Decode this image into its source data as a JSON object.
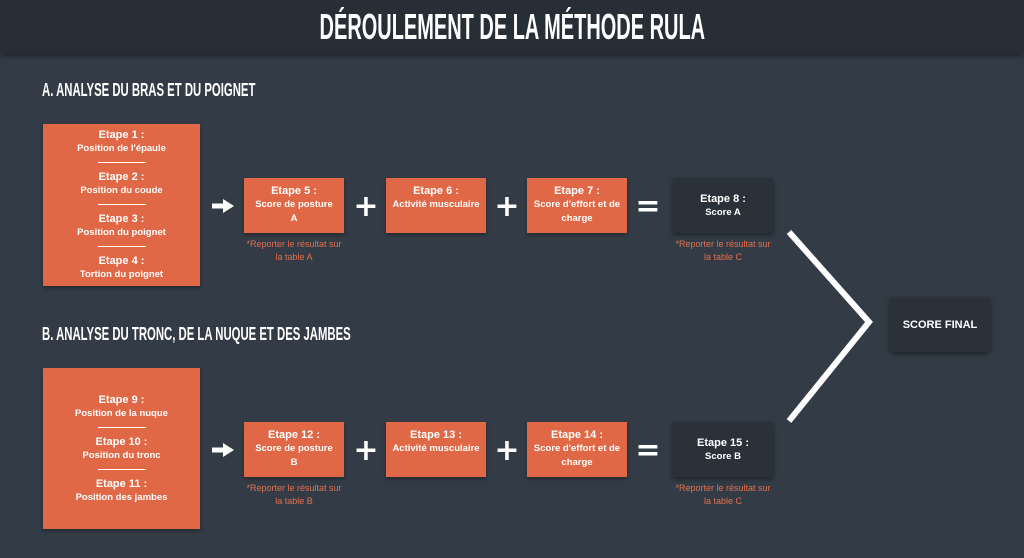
{
  "title": "DÉROULEMENT DE LA MÉTHODE RULA",
  "colors": {
    "background": "#333c46",
    "header": "#272e36",
    "accent": "#e06846",
    "note": "#e36f4c",
    "dark_box": "#2a3139",
    "text": "#ffffff"
  },
  "icons": {
    "flow_arrow": "arrow-right-icon",
    "merge_connector": "chevron-right-icon"
  },
  "sections": [
    {
      "heading": "A. ANALYSE DU BRAS ET DU POIGNET",
      "inputs": [
        {
          "step": "Etape 1 :",
          "label": "Position de l'épaule"
        },
        {
          "step": "Etape 2 :",
          "label": "Position du coude"
        },
        {
          "step": "Etape 3 :",
          "label": "Position du poignet"
        },
        {
          "step": "Etape 4 :",
          "label": "Tortion du poignet"
        }
      ],
      "posture": {
        "step": "Etape 5 :",
        "lines": [
          "Score de posture",
          "A"
        ],
        "note": [
          "*Reporter le résultat sur",
          "la table A"
        ]
      },
      "muscle": {
        "step": "Etape 6 :",
        "lines": [
          "Activité musculaire"
        ]
      },
      "effort": {
        "step": "Etape 7 :",
        "lines": [
          "Score d'effort et de",
          "charge"
        ]
      },
      "result": {
        "step": "Etape 8 :",
        "label": "Score A",
        "note": [
          "*Reporter le résultat sur",
          "la table C"
        ]
      },
      "operators": [
        "+",
        "+",
        "="
      ]
    },
    {
      "heading": "B. ANALYSE DU TRONC, DE LA NUQUE ET DES JAMBES",
      "inputs": [
        {
          "step": "Etape 9 :",
          "label": "Position de la nuque"
        },
        {
          "step": "Etape 10 :",
          "label": "Position du tronc"
        },
        {
          "step": "Etape 11 :",
          "label": "Position des jambes"
        }
      ],
      "posture": {
        "step": "Etape 12 :",
        "lines": [
          "Score de posture",
          "B"
        ],
        "note": [
          "*Reporter le résultat sur",
          "la table B"
        ]
      },
      "muscle": {
        "step": "Etape 13 :",
        "lines": [
          "Activité musculaire"
        ]
      },
      "effort": {
        "step": "Etape 14 :",
        "lines": [
          "Score d'effort et de",
          "charge"
        ]
      },
      "result": {
        "step": "Etape 15 :",
        "label": "Score B",
        "note": [
          "*Reporter le résultat sur",
          "la table C"
        ]
      },
      "operators": [
        "+",
        "+",
        "="
      ]
    }
  ],
  "final": {
    "label": "SCORE FINAL"
  }
}
